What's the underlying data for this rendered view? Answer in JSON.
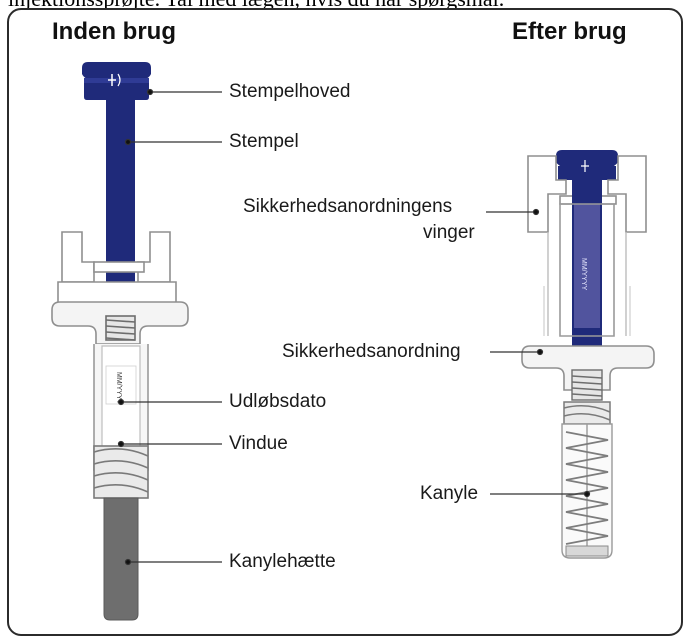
{
  "top_text": "injektionssprøjte. Tal med lægen, hvis du har spørgsmål.",
  "headings": {
    "before": "Inden brug",
    "after": "Efter brug"
  },
  "labels": {
    "plunger_head": "Stempelhoved",
    "plunger": "Stempel",
    "safety_wings_line1": "Sikkerhedsanordningens",
    "safety_wings_line2": "vinger",
    "safety_device": "Sikkerhedsanordning",
    "expiry_date": "Udløbsdato",
    "window": "Vindue",
    "needle": "Kanyle",
    "needle_cap": "Kanylehætte"
  },
  "syringe_print": "MM/YYYY",
  "colors": {
    "plunger": "#1f2a7a",
    "plunger_tip": "#4c4fa0",
    "body_outline": "#9a9a9a",
    "body_fill": "#f2f2f2",
    "needle_cap": "#6e6e6e"
  }
}
